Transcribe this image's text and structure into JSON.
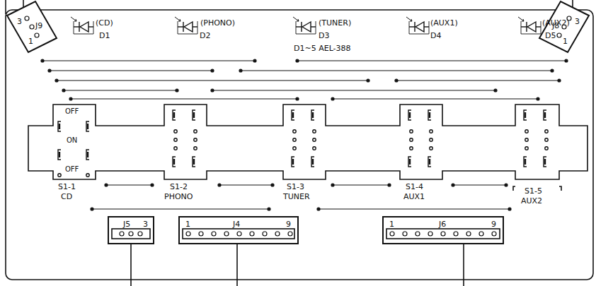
{
  "diagram": {
    "nodes": [
      {
        "text": [
          "3",
          "1",
          "J9"
        ]
      },
      {
        "text": [
          "3",
          "1",
          "J8"
        ]
      },
      {
        "text": [
          "J5",
          "3"
        ]
      },
      {
        "text": [
          "1",
          "J4",
          "9"
        ]
      },
      {
        "text": [
          "1",
          "J6",
          "9"
        ]
      }
    ],
    "labels": [
      "(CD)",
      "D1",
      "(PHONO)",
      "D2",
      "(TUNER)",
      "D3",
      "(AUX1)",
      "D4",
      "(AUX2)",
      "D5",
      "D1~5 AEL-388",
      "OFF",
      "ON",
      "OFF",
      "S1-1",
      "CD",
      "S1-2",
      "PHONO",
      "S1-3",
      "TUNER",
      "S1-4",
      "AUX1",
      "S1-5",
      "AUX2"
    ]
  }
}
